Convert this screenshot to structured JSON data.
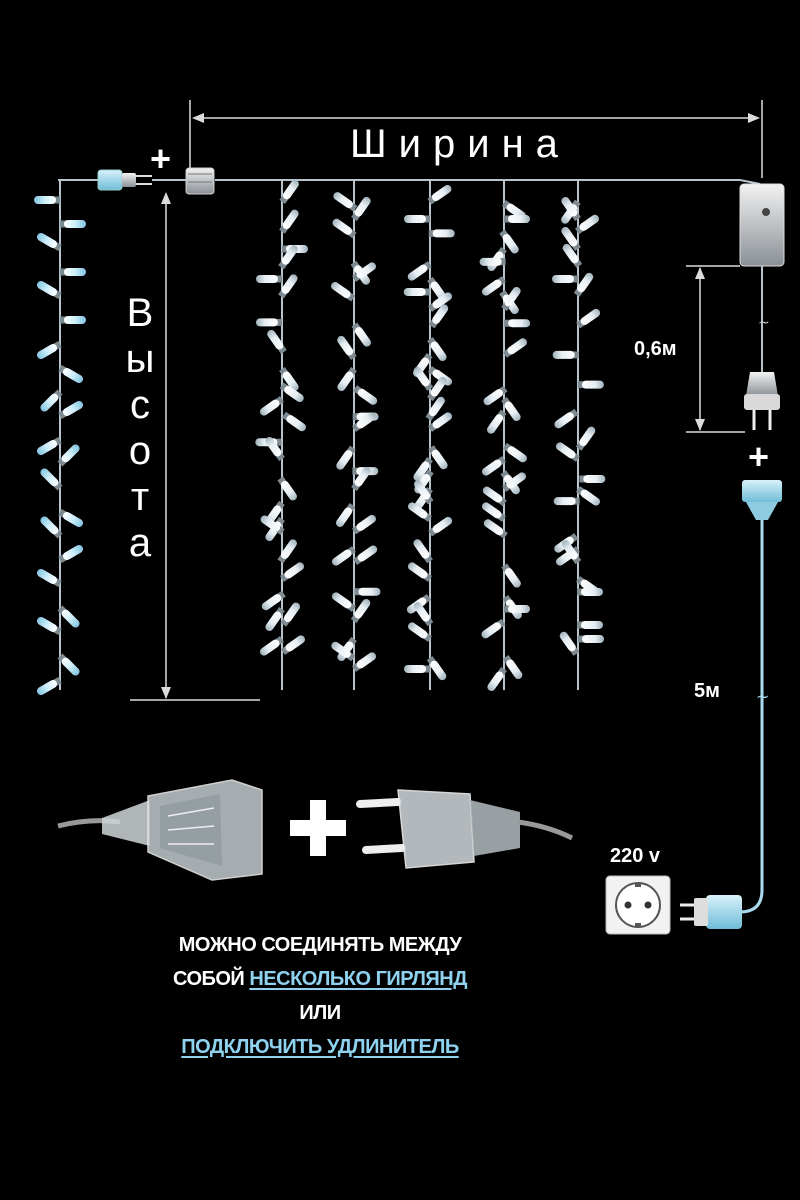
{
  "labels": {
    "width": "Ширина",
    "height_letters": [
      "В",
      "ы",
      "с",
      "о",
      "т",
      "а"
    ],
    "lead_length": "0,6м",
    "main_length": "5м",
    "voltage": "220 v",
    "plus": "+"
  },
  "caption": {
    "line1": "МОЖНО СОЕДИНЯТЬ МЕЖДУ",
    "line2_prefix": "СОБОЙ ",
    "line2_link": "НЕСКОЛЬКО ГИРЛЯНД",
    "line3": "ИЛИ",
    "line4_link": "ПОДКЛЮЧИТЬ УДЛИНИТЕЛЬ"
  },
  "colors": {
    "background": "#000000",
    "wire": "#b8c4cc",
    "bulb": "#e8eef2",
    "bulb_cool": "#bfe6f5",
    "cable_blue": "#a9dbef",
    "link_blue": "#8fd2f0"
  },
  "icons": [
    "led-bulb-icon",
    "plug-icon",
    "socket-icon",
    "controller-icon",
    "connector-icon"
  ]
}
